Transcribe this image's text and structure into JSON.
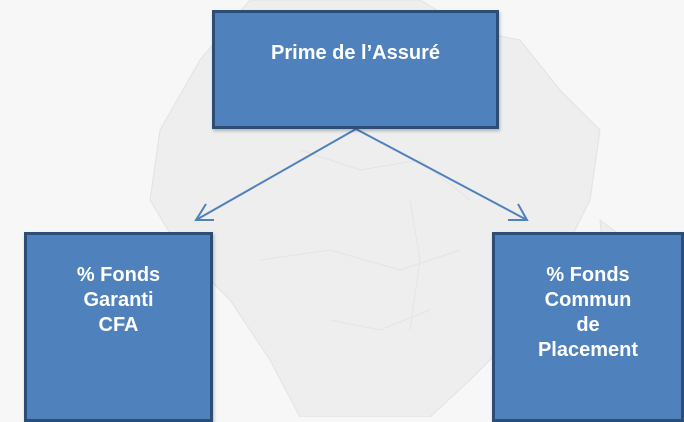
{
  "diagram": {
    "top_node": {
      "lines": [
        "Prime de l’Assuré"
      ]
    },
    "left_node": {
      "lines": [
        "% Fonds",
        "Garanti",
        "CFA"
      ]
    },
    "right_node": {
      "lines": [
        "% Fonds",
        "Commun",
        "de",
        "Placement"
      ]
    }
  },
  "colors": {
    "box_fill": "#4f81bd",
    "box_border": "#2c4d75",
    "text": "#ffffff",
    "arrow": "#4f81bd",
    "background": "#f7f7f7",
    "map_shape": "#ececec"
  }
}
